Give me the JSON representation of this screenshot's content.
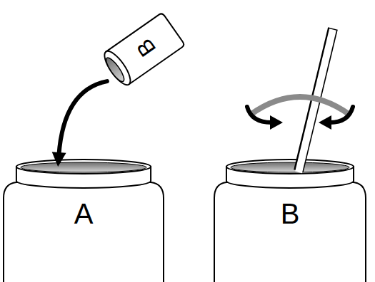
{
  "diagram": {
    "nodes": [
      {
        "text": [
          "A"
        ]
      },
      {
        "text": [
          "B"
        ]
      },
      {
        "text": [
          "B"
        ]
      }
    ],
    "edges": [
      {
        "from": 1,
        "to": 0,
        "arrow": "to"
      }
    ]
  }
}
